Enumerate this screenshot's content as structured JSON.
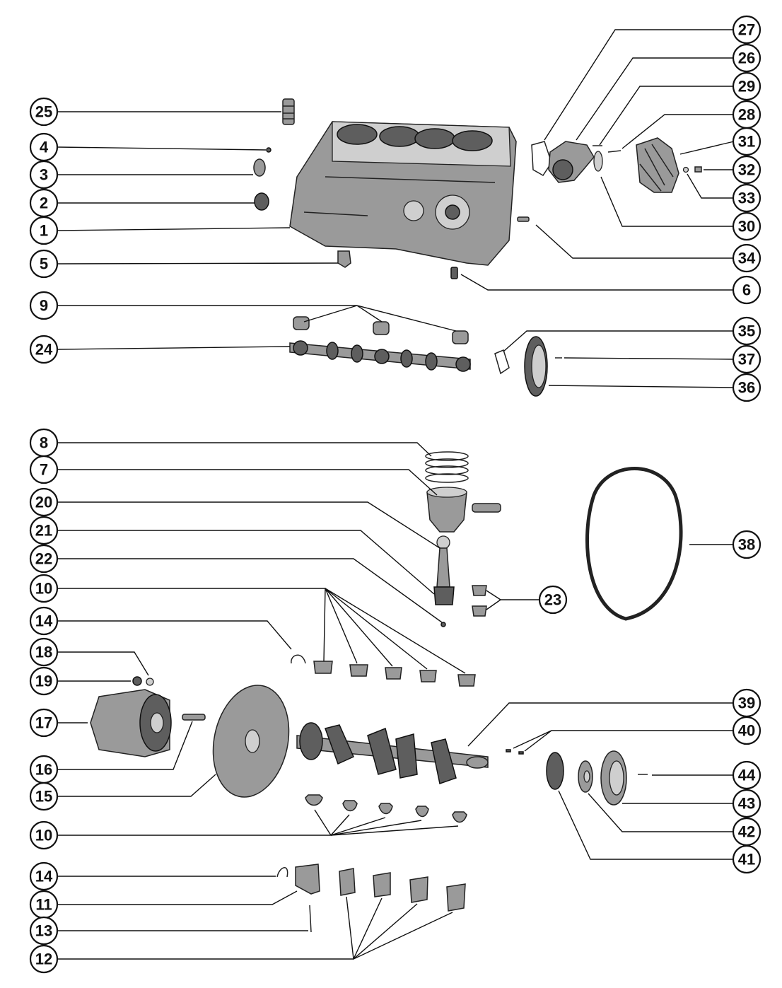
{
  "callouts": [
    {
      "id": "c27",
      "label": "27"
    },
    {
      "id": "c26",
      "label": "26"
    },
    {
      "id": "c29",
      "label": "29"
    },
    {
      "id": "c28",
      "label": "28"
    },
    {
      "id": "c31",
      "label": "31"
    },
    {
      "id": "c32",
      "label": "32"
    },
    {
      "id": "c33",
      "label": "33"
    },
    {
      "id": "c30",
      "label": "30"
    },
    {
      "id": "c34",
      "label": "34"
    },
    {
      "id": "c6",
      "label": "6"
    },
    {
      "id": "c25",
      "label": "25"
    },
    {
      "id": "c4",
      "label": "4"
    },
    {
      "id": "c3",
      "label": "3"
    },
    {
      "id": "c2",
      "label": "2"
    },
    {
      "id": "c1",
      "label": "1"
    },
    {
      "id": "c5",
      "label": "5"
    },
    {
      "id": "c9",
      "label": "9"
    },
    {
      "id": "c24",
      "label": "24"
    },
    {
      "id": "c35",
      "label": "35"
    },
    {
      "id": "c37",
      "label": "37"
    },
    {
      "id": "c36",
      "label": "36"
    },
    {
      "id": "c8",
      "label": "8"
    },
    {
      "id": "c7",
      "label": "7"
    },
    {
      "id": "c20",
      "label": "20"
    },
    {
      "id": "c21",
      "label": "21"
    },
    {
      "id": "c22",
      "label": "22"
    },
    {
      "id": "c10a",
      "label": "10"
    },
    {
      "id": "c23",
      "label": "23"
    },
    {
      "id": "c38",
      "label": "38"
    },
    {
      "id": "c14a",
      "label": "14"
    },
    {
      "id": "c18",
      "label": "18"
    },
    {
      "id": "c19",
      "label": "19"
    },
    {
      "id": "c17",
      "label": "17"
    },
    {
      "id": "c16",
      "label": "16"
    },
    {
      "id": "c15",
      "label": "15"
    },
    {
      "id": "c39",
      "label": "39"
    },
    {
      "id": "c40",
      "label": "40"
    },
    {
      "id": "c44",
      "label": "44"
    },
    {
      "id": "c43",
      "label": "43"
    },
    {
      "id": "c42",
      "label": "42"
    },
    {
      "id": "c41",
      "label": "41"
    },
    {
      "id": "c10b",
      "label": "10"
    },
    {
      "id": "c14b",
      "label": "14"
    },
    {
      "id": "c11",
      "label": "11"
    },
    {
      "id": "c13",
      "label": "13"
    },
    {
      "id": "c12",
      "label": "12"
    }
  ]
}
